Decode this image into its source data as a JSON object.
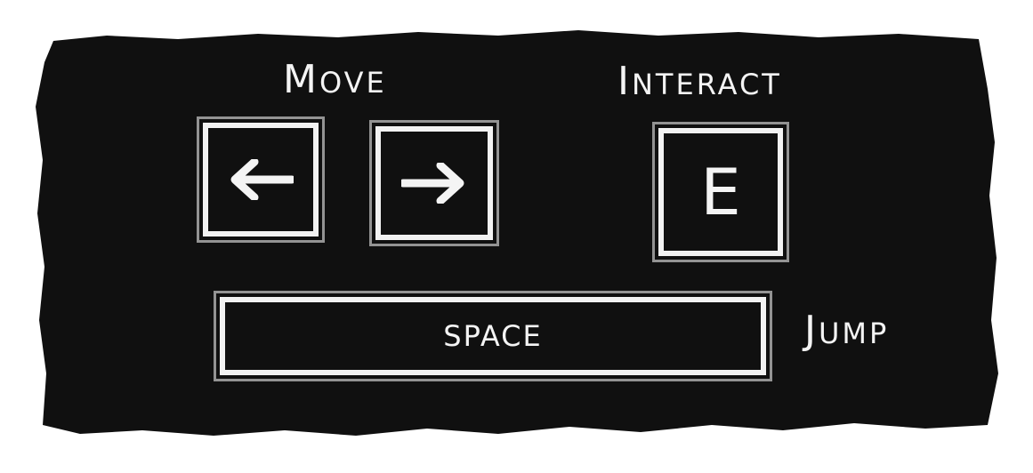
{
  "colors": {
    "board": "#101010",
    "chalk": "#f4f4f4",
    "background": "#ffffff"
  },
  "headings": {
    "move": {
      "cap": "M",
      "rest": "OVE"
    },
    "interact": {
      "cap": "I",
      "rest": "NTERACT"
    },
    "jump": {
      "cap": "J",
      "rest": "UMP"
    }
  },
  "keys": {
    "left": {
      "icon": "arrow-left-icon"
    },
    "right": {
      "icon": "arrow-right-icon"
    },
    "interact": {
      "label": "E"
    },
    "jump": {
      "label": "SPACE"
    }
  }
}
